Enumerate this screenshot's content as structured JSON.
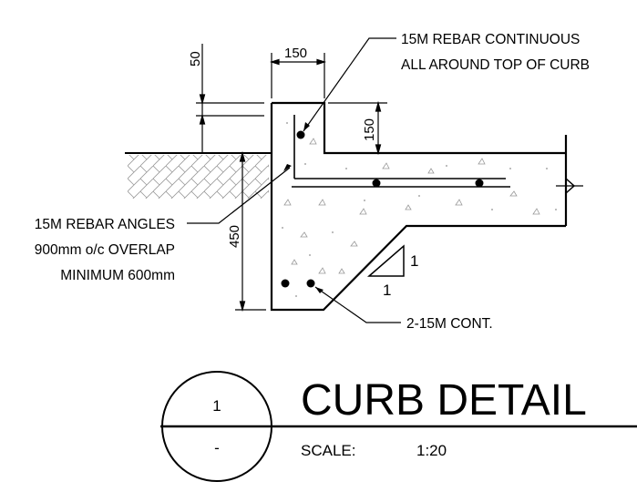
{
  "dimensions": {
    "top_offset": "50",
    "curb_width": "150",
    "slab_depth": "150",
    "curb_depth": "450"
  },
  "annotations": {
    "rebar_top_line1": "15M REBAR CONTINUOUS",
    "rebar_top_line2": "ALL AROUND TOP OF CURB",
    "angles_line1": "15M REBAR ANGLES",
    "angles_line2": "900mm o/c OVERLAP",
    "angles_line3": "MINIMUM 600mm",
    "bottom_bars": "2-15M CONT."
  },
  "slope": {
    "rise": "1",
    "run": "1"
  },
  "title_block": {
    "detail_number": "1",
    "sheet_number": "-",
    "title": "CURB DETAIL",
    "scale_label": "SCALE:",
    "scale_value": "1:20"
  }
}
